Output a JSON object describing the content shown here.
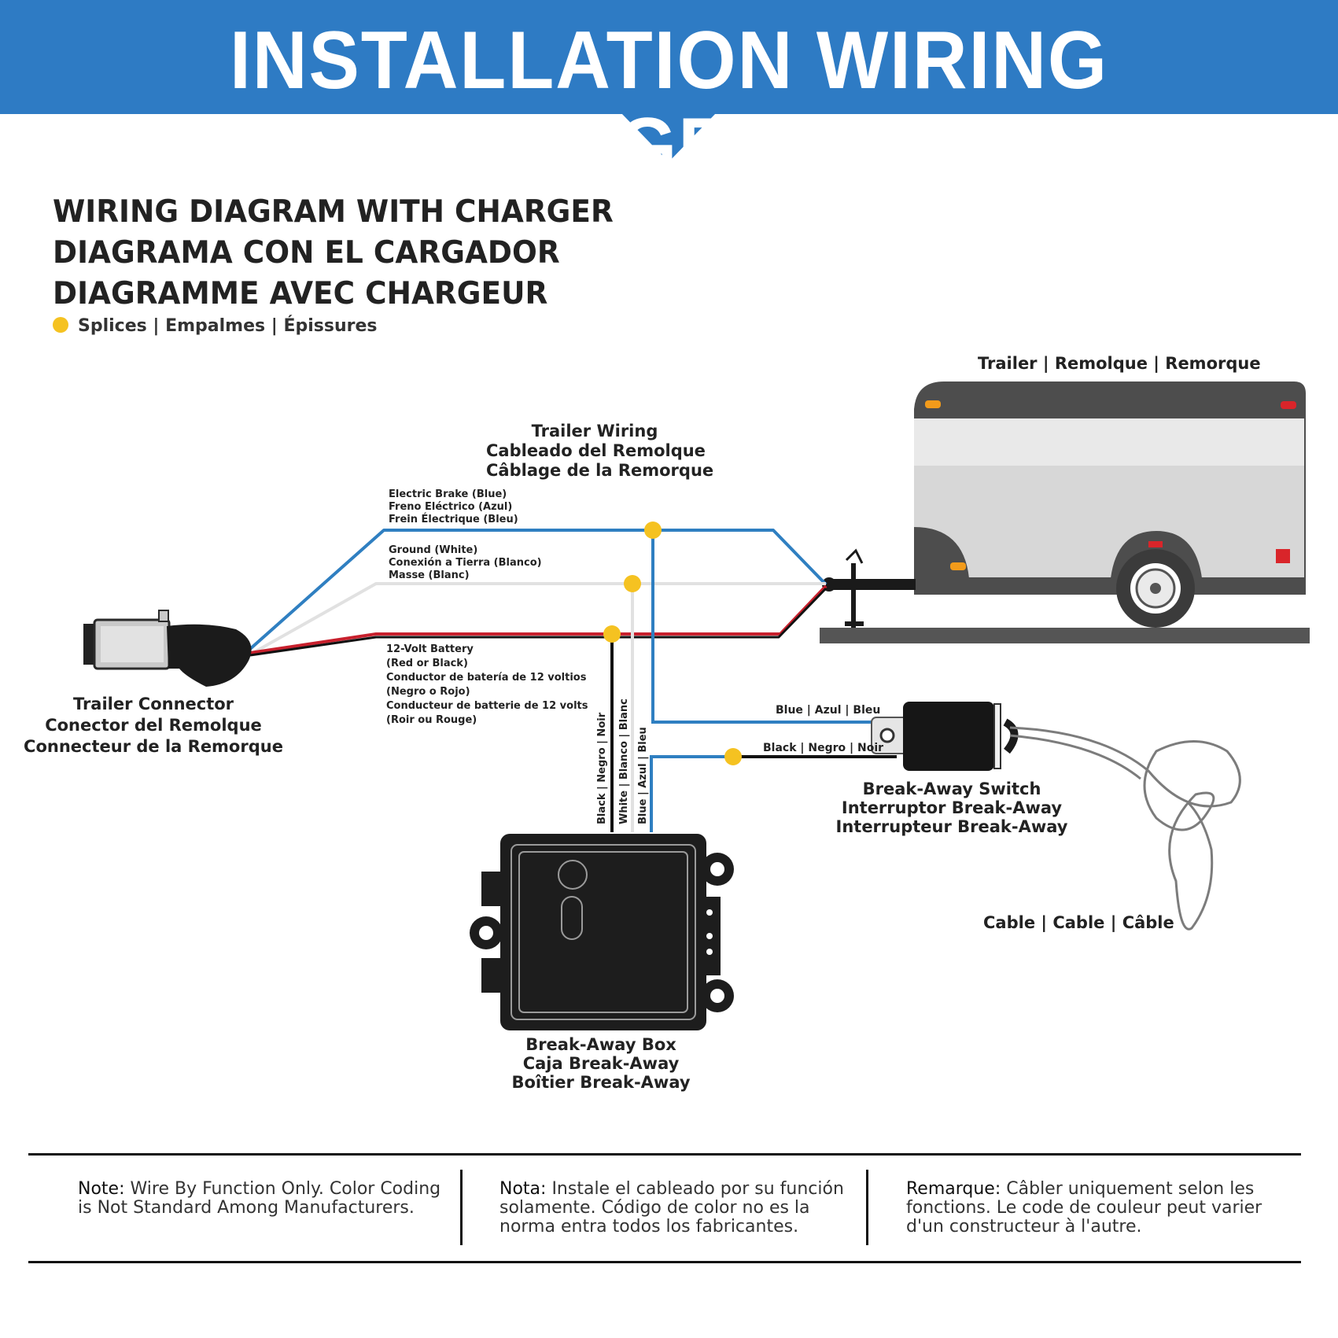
{
  "banner": {
    "title": "INSTALLATION WIRING DIAGRAM"
  },
  "heading": {
    "line1": "WIRING DIAGRAM WITH CHARGER",
    "line2": "DIAGRAMA CON EL CARGADOR",
    "line3": "DIAGRAMME AVEC CHARGEUR"
  },
  "legend": {
    "splices": "Splices | Empalmes | Épissures",
    "splice_color": "#f5c221"
  },
  "labels": {
    "trailer": "Trailer | Remolque | Remorque",
    "trailer_wiring": [
      "Trailer Wiring",
      "Cableado del Remolque",
      "Câblage de la Remorque"
    ],
    "electric_brake": [
      "Electric Brake (Blue)",
      "Freno Eléctrico (Azul)",
      "Frein Électrique (Bleu)"
    ],
    "ground": [
      "Ground (White)",
      "Conexión a Tierra (Blanco)",
      "Masse (Blanc)"
    ],
    "battery": [
      "12-Volt Battery",
      "(Red or Black)",
      "Conductor de batería de 12 voltios",
      "(Negro o Rojo)",
      "Conducteur de batterie de 12 volts",
      "(Roir ou Rouge)"
    ],
    "trailer_connector": [
      "Trailer Connector",
      "Conector del Remolque",
      "Connecteur de la Remorque"
    ],
    "black_wire": "Black | Negro | Noir",
    "white_wire": "White | Blanco | Blanc",
    "blue_wire": "Blue | Azul | Bleu",
    "switch_blue": "Blue | Azul | Bleu",
    "switch_black": "Black | Negro | Noir",
    "breakaway_switch": [
      "Break-Away Switch",
      "Interruptor Break-Away",
      "Interrupteur Break-Away"
    ],
    "breakaway_box": [
      "Break-Away Box",
      "Caja Break-Away",
      "Boîtier Break-Away"
    ],
    "cable": "Cable | Cable | Câble"
  },
  "notes": [
    {
      "key": "Note:",
      "text": "Wire By Function Only. Color Coding is Not Standard Among Manufacturers."
    },
    {
      "key": "Nota:",
      "text": "Instale el cableado por su función solamente. Código de color no es la norma entra todos los fabricantes."
    },
    {
      "key": "Remarque:",
      "text": "Câbler uniquement selon les fonctions. Le code de couleur peut varier d'un constructeur à l'autre."
    }
  ],
  "colors": {
    "banner": "#2e7bc4",
    "blue_wire": "#2f7fc1",
    "red_wire": "#c8202d",
    "black_wire": "#111111",
    "white_wire": "#e6e6e6"
  }
}
